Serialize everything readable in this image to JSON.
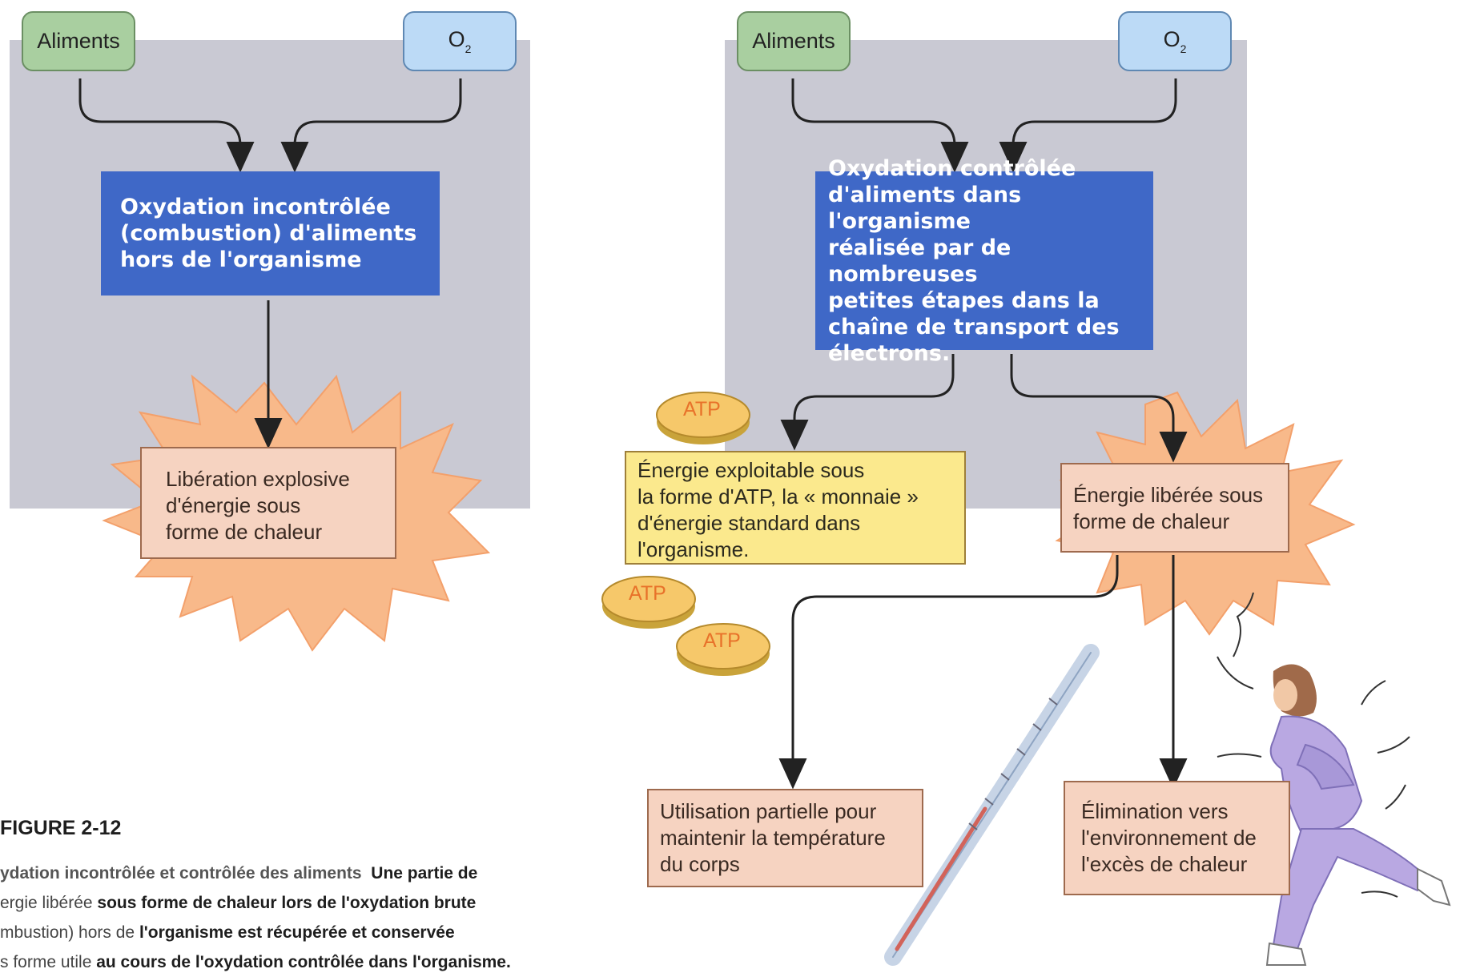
{
  "diagram": {
    "left": {
      "input_food": "Aliments",
      "input_oxygen": "O",
      "input_oxygen_sub": "2",
      "process_lines": [
        "Oxydation incontrôlée",
        "(combustion) d'aliments",
        "hors de l'organisme"
      ],
      "result_lines": [
        "Libération explosive",
        "d'énergie sous",
        "forme de chaleur"
      ]
    },
    "right": {
      "input_food": "Aliments",
      "input_oxygen": "O",
      "input_oxygen_sub": "2",
      "process_lines": [
        "Oxydation contrôlée",
        "d'aliments dans l'organisme",
        "réalisée par de nombreuses",
        "petites étapes dans la",
        "chaîne de transport des",
        "électrons."
      ],
      "atp_lines": [
        "Énergie exploitable sous",
        "la forme d'ATP, la « monnaie »",
        "d'énergie standard dans",
        "l'organisme."
      ],
      "heat_lines": [
        "Énergie libérée sous",
        "forme de chaleur"
      ],
      "temperature_lines": [
        "Utilisation partielle pour",
        "maintenir la température",
        "du corps"
      ],
      "elimination_lines": [
        "Élimination vers",
        "l'environnement de",
        "l'excès de chaleur"
      ],
      "coin_label": "ATP"
    },
    "colors": {
      "panel": "#c9c9d3",
      "process_blue": "#3f68c7",
      "food_green": "#a9cfa0",
      "oxygen_blue": "#bcdaf6",
      "heat_orange": "#f8b98a",
      "salmon_box": "#f6d3c1",
      "atp_yellow": "#fbe98d"
    }
  },
  "caption": {
    "title": "FIGURE 2-12",
    "line1_bold": "ydation incontrôlée et contrôlée des aliments",
    "line1_rest": "Une partie de",
    "line2_a": "ergie libérée",
    "line2_b": "sous forme de chaleur lors de l'oxydation brute",
    "line3_a": "mbustion) hors de",
    "line3_b": "l'organisme est récupérée et conservée",
    "line4_a": "s forme utile",
    "line4_b": "au cours de l'oxydation contrôlée dans l'organisme."
  }
}
